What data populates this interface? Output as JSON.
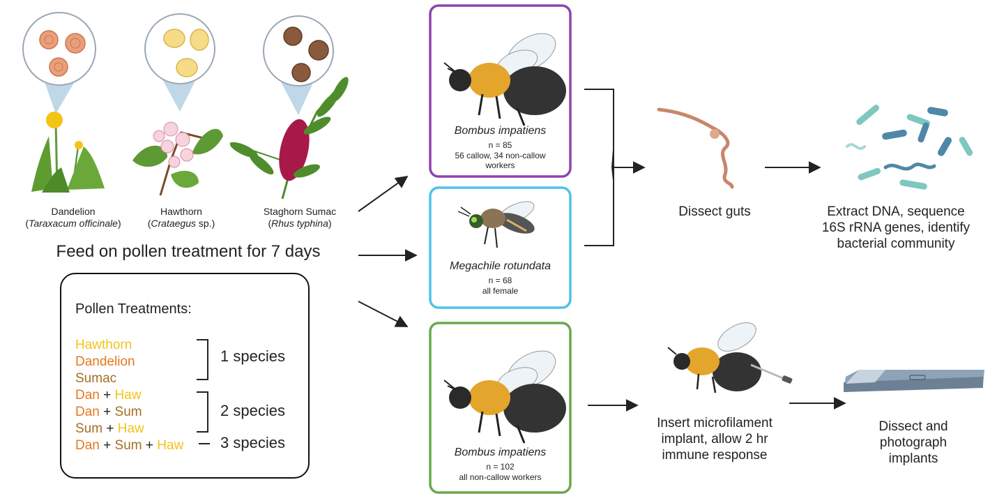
{
  "plants": [
    {
      "common": "Dandelion",
      "latin": "Taraxacum officinale",
      "suffix": ""
    },
    {
      "common": "Hawthorn",
      "latin": "Crataegus",
      "suffix": " sp."
    },
    {
      "common": "Staghorn Sumac",
      "latin": "Rhus typhina",
      "suffix": ""
    }
  ],
  "feed_text": "Feed on pollen treatment for 7 days",
  "treatments": {
    "title": "Pollen Treatments:",
    "singles": [
      "Hawthorn",
      "Dandelion",
      "Sumac"
    ],
    "pair1": [
      "Dan",
      "Haw"
    ],
    "pair2": [
      "Dan",
      "Sum"
    ],
    "pair3": [
      "Sum",
      "Haw"
    ],
    "triple": [
      "Dan",
      "Sum",
      "Haw"
    ],
    "plus": "+",
    "group1": "1 species",
    "group2": "2 species",
    "group3": "3 species"
  },
  "cards": [
    {
      "species": "Bombus impatiens",
      "n": "n = 85",
      "detail1": "56 callow, 34 non-callow",
      "detail2": "workers",
      "border": "#8e44ad"
    },
    {
      "species": "Megachile rotundata",
      "n": "n = 68",
      "detail1": "all female",
      "border": "#4fc3e8"
    },
    {
      "species": "Bombus impatiens",
      "n": "n = 102",
      "detail1": "all non-callow workers",
      "border": "#6aa84f"
    }
  ],
  "steps": {
    "dissect_guts": "Dissect guts",
    "extract": [
      "Extract DNA, sequence",
      "16S rRNA genes, identify",
      "bacterial community"
    ],
    "insert": [
      "Insert microfilament",
      "implant, allow 2 hr",
      "immune response"
    ],
    "photograph": [
      "Dissect and",
      "photograph",
      "implants"
    ]
  },
  "colors": {
    "hawthorn": "#f2c31f",
    "dandelion": "#e5791d",
    "sumac": "#a56d24"
  }
}
